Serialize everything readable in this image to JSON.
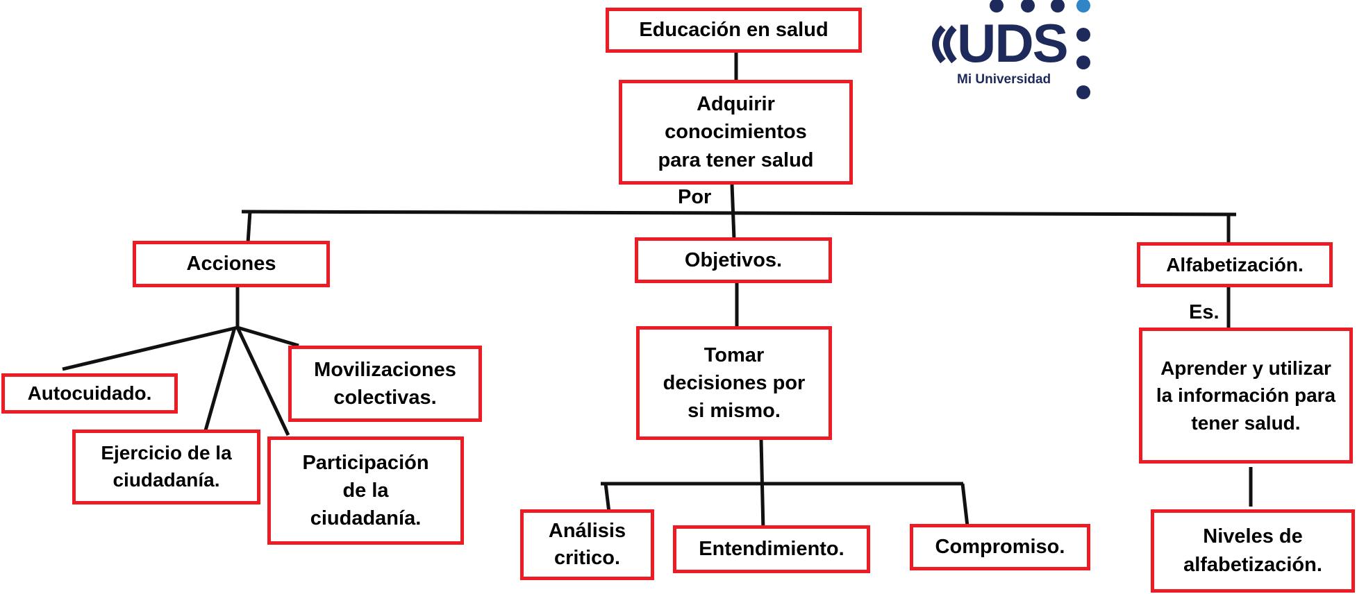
{
  "colors": {
    "box_border": "#ed1c24",
    "connector": "#111111",
    "logo_navy": "#1d2a5b",
    "logo_blue": "#2f86c7"
  },
  "logo": {
    "name": "UDS",
    "tagline": "Mi Universidad"
  },
  "nodes": {
    "root": "Educación en salud",
    "adquirir": "Adquirir conocimientos para tener salud",
    "acciones": "Acciones",
    "objetivos": "Objetivos.",
    "alfabetizacion": "Alfabetización.",
    "autocuidado": "Autocuidado.",
    "ejercicio": "Ejercicio de la ciudadanía.",
    "participacion": "Participación de la ciudadanía.",
    "movilizaciones": "Movilizaciones colectivas.",
    "tomar": "Tomar decisiones por si mismo.",
    "analisis": "Análisis critico.",
    "entendimiento": "Entendimiento.",
    "compromiso": "Compromiso.",
    "aprender": "Aprender y utilizar la información para tener salud.",
    "niveles": "Niveles de alfabetización."
  },
  "edge_labels": {
    "por": "Por",
    "es": "Es."
  }
}
